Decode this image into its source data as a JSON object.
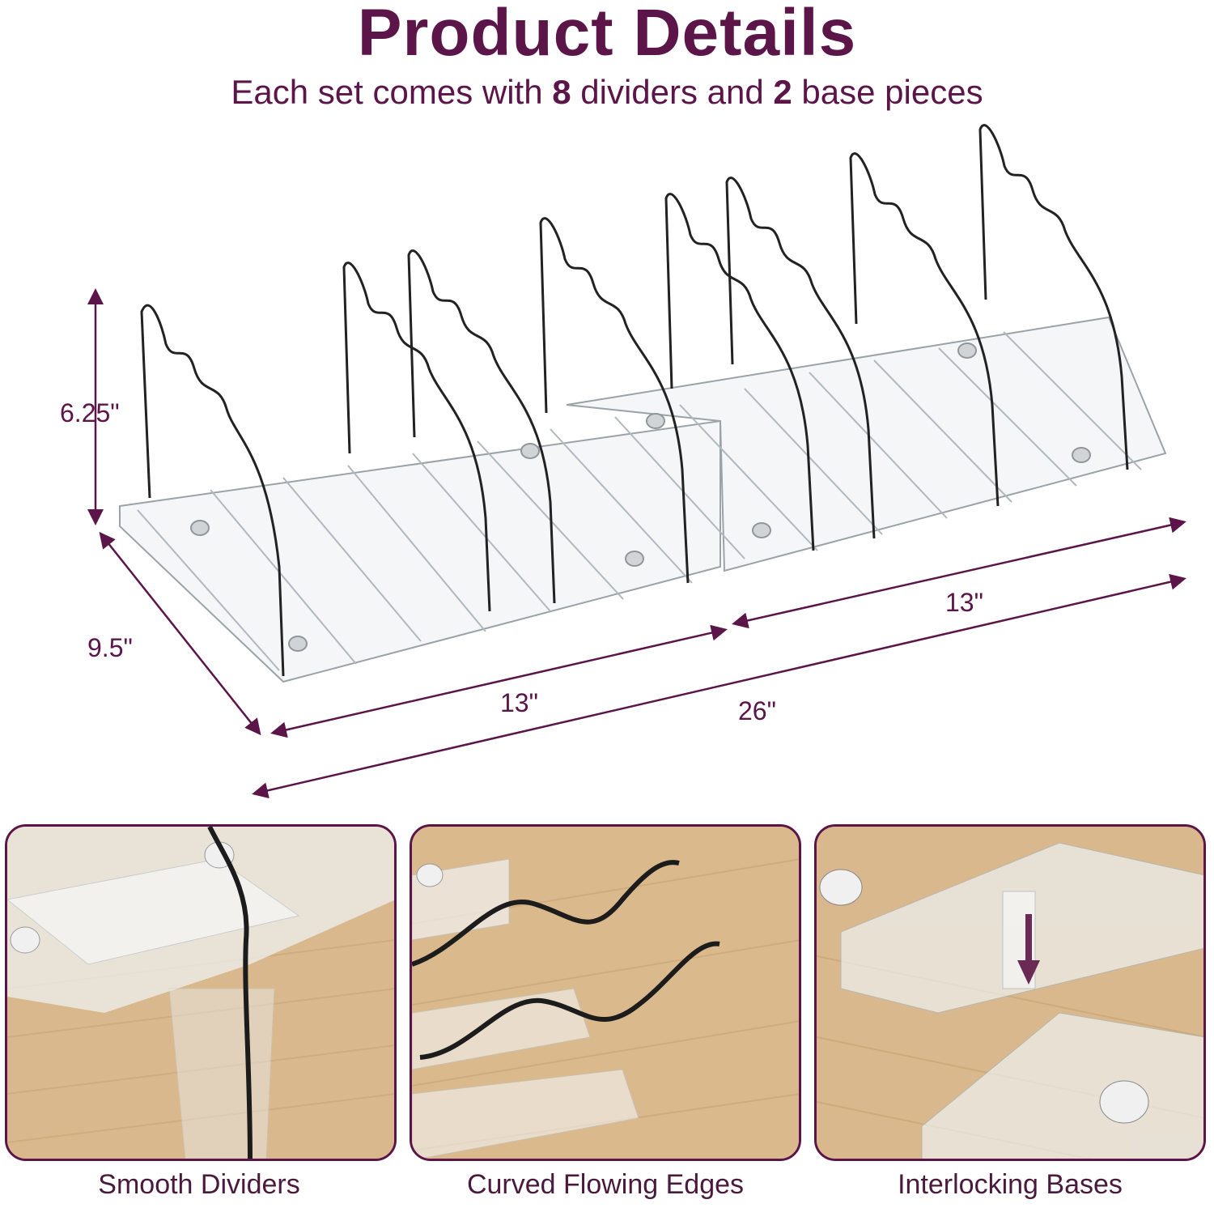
{
  "header": {
    "title": "Product Details",
    "subtitle_pre": "Each set comes with ",
    "subtitle_num1": "8",
    "subtitle_mid": " dividers and ",
    "subtitle_num2": "2",
    "subtitle_post": " base pieces"
  },
  "dimensions": {
    "height": "6.25\"",
    "depth": "9.5\"",
    "base_length_1": "13\"",
    "base_length_2": "13\"",
    "total_length": "26\""
  },
  "panels": [
    {
      "caption": "Smooth Dividers"
    },
    {
      "caption": "Curved Flowing Edges"
    },
    {
      "caption": "Interlocking Bases"
    }
  ],
  "colors": {
    "accent": "#5c1549",
    "wood": "#d9b98e",
    "acrylic": "#e8edf0"
  }
}
